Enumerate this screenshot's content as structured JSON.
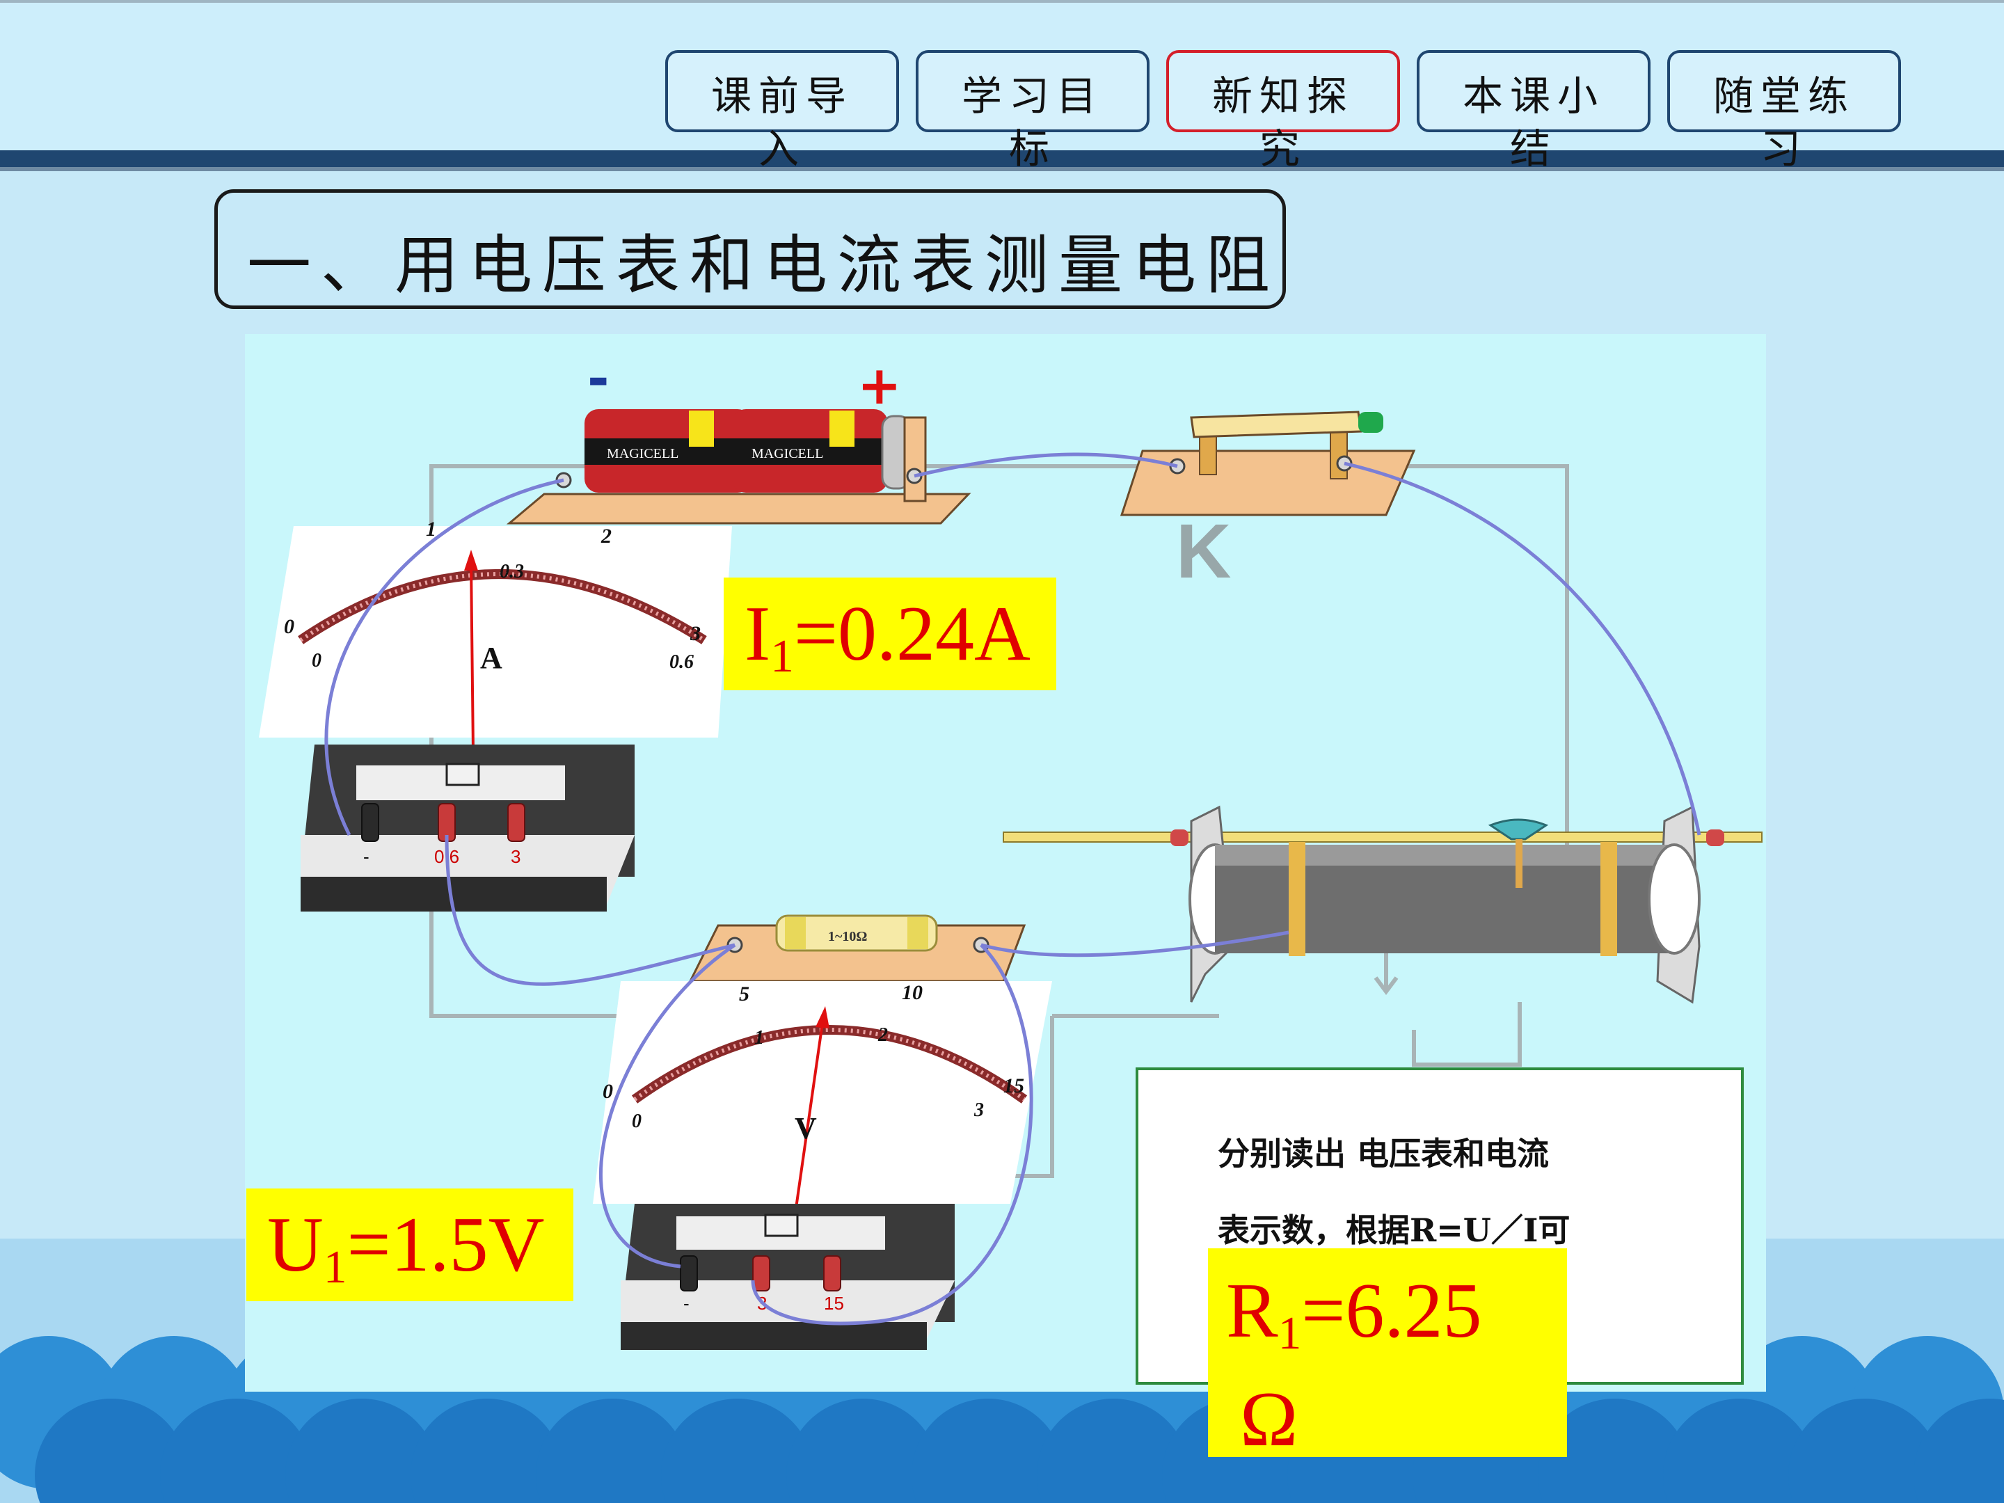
{
  "nav": {
    "items": [
      {
        "label": "课前导入",
        "active": false
      },
      {
        "label": "学习目标",
        "active": false
      },
      {
        "label": "新知探究",
        "active": true
      },
      {
        "label": "本课小结",
        "active": false
      },
      {
        "label": "随堂练习",
        "active": false
      }
    ]
  },
  "section_title": "一、用电压表和电流表测量电阻",
  "battery": {
    "minus_sign": "-",
    "plus_sign": "+",
    "brand": "MAGICELL"
  },
  "switch_label": "K",
  "ammeter": {
    "symbol": "A",
    "scale_top": [
      "0",
      "1",
      "2",
      "3"
    ],
    "scale_bottom": [
      "0",
      "0.3",
      "0.6"
    ],
    "terminals": [
      "-",
      "0.6",
      "3"
    ]
  },
  "voltmeter": {
    "symbol": "V",
    "scale_top": [
      "0",
      "5",
      "10",
      "15"
    ],
    "scale_bottom": [
      "0",
      "1",
      "2",
      "3"
    ],
    "terminals": [
      "-",
      "3",
      "15"
    ]
  },
  "resistor_label": "1~10Ω",
  "readings": {
    "current": {
      "symbol": "I",
      "sub": "1",
      "value": "=0.24A"
    },
    "voltage": {
      "symbol": "U",
      "sub": "1",
      "value": "=1.5V"
    },
    "resistance": {
      "symbol": "R",
      "sub": "1",
      "value": "=6.25",
      "unit": "Ω"
    }
  },
  "note": {
    "line1": "分别读出 电压表和电流",
    "line2": "表示数，根据R=U／I可"
  },
  "colors": {
    "nav_border": "#1f4670",
    "nav_active_border": "#d41f2a",
    "label_bg": "#ffff00",
    "label_text": "#e00000",
    "panel_bg": "#c9f7fb",
    "wire": "#7b7fd6"
  }
}
